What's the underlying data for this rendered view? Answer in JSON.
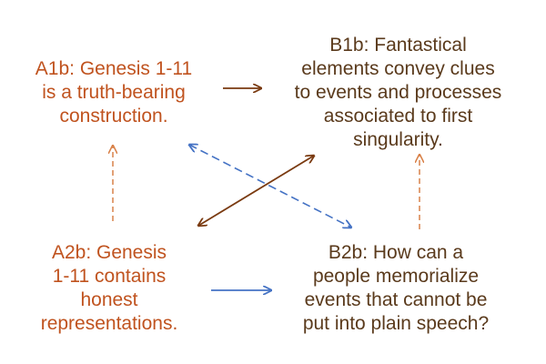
{
  "nodes": {
    "a1b": {
      "lines": [
        "A1b: Genesis 1-11",
        "is a truth-bearing",
        "construction."
      ]
    },
    "b1b": {
      "lines": [
        "B1b: Fantastical",
        "elements convey clues",
        "to events and processes",
        "associated to first",
        "singularity."
      ]
    },
    "a2b": {
      "lines": [
        "A2b: Genesis",
        "1-11 contains",
        "honest",
        "representations."
      ]
    },
    "b2b": {
      "lines": [
        "B2b: How can a",
        "people memorialize",
        "events that cannot be",
        "put into plain speech?"
      ]
    }
  },
  "colors": {
    "orange_text": "#c0531f",
    "brown_text": "#5a3a1c",
    "brown_arrow": "#7a3a10",
    "orange_dashed": "#d9824a",
    "blue": "#4472c4"
  }
}
